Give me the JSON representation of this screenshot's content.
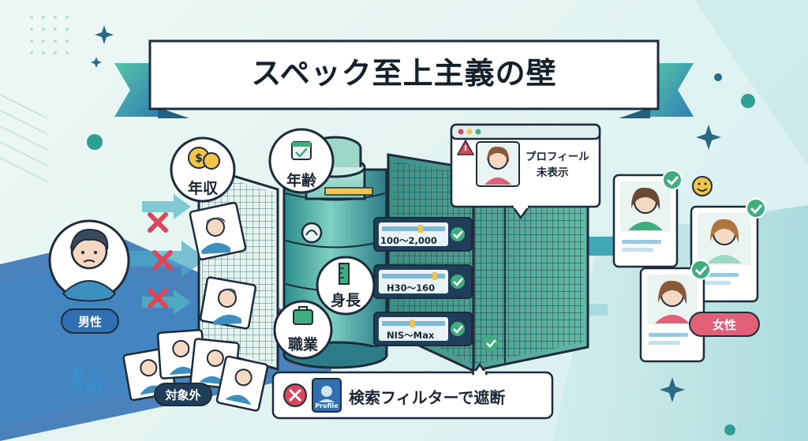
{
  "title": "スペック至上主義の壁",
  "criteria": {
    "income": "年収",
    "age": "年齢",
    "height": "身長",
    "job": "職業"
  },
  "meters": {
    "income_range": "100〜2,000",
    "height_range": "H30〜160",
    "job_range": "NIS〜Max"
  },
  "callout": {
    "line1": "プロフィール",
    "line2": "未表示"
  },
  "labels": {
    "male": "男性",
    "female": "女性",
    "excluded": "対象外",
    "profile_tag": "Profile"
  },
  "banner": "検索フィルターで遮断",
  "colors": {
    "teal": "#3a9f9a",
    "blue": "#2f6fb2",
    "green": "#3eae7f",
    "red": "#d9475a",
    "pink": "#e0607a",
    "yellow": "#f3c44a",
    "ink": "#1d2b3a"
  }
}
